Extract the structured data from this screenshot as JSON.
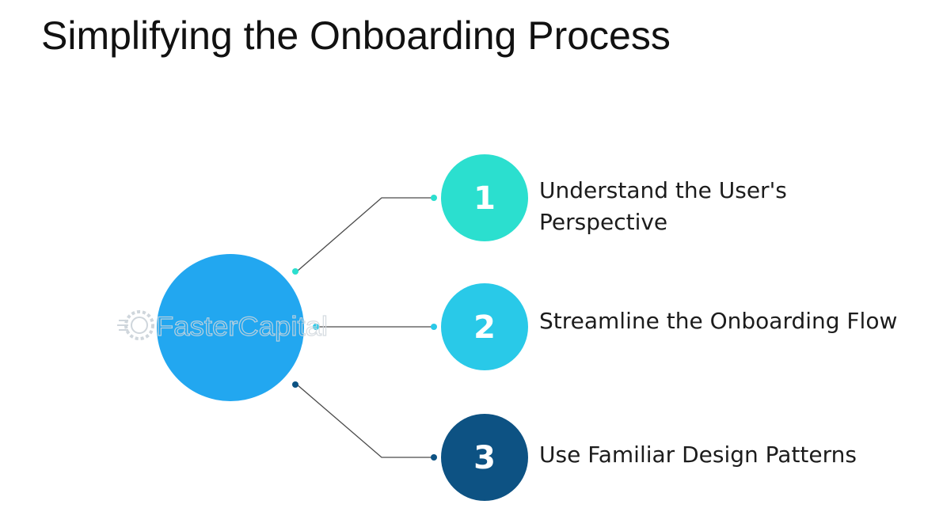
{
  "title": "Simplifying the Onboarding Process",
  "watermark": "FasterCapital",
  "colors": {
    "hub": "#22a7f0",
    "step1": "#2bdfcf",
    "step2": "#29c9e8",
    "step3": "#0d5283",
    "connector": "#4a4a4a"
  },
  "steps": [
    {
      "number": "1",
      "label_line1": "Understand the User's",
      "label_line2": "Perspective"
    },
    {
      "number": "2",
      "label_line1": "Streamline the Onboarding Flow",
      "label_line2": ""
    },
    {
      "number": "3",
      "label_line1": "Use Familiar Design Patterns",
      "label_line2": ""
    }
  ]
}
